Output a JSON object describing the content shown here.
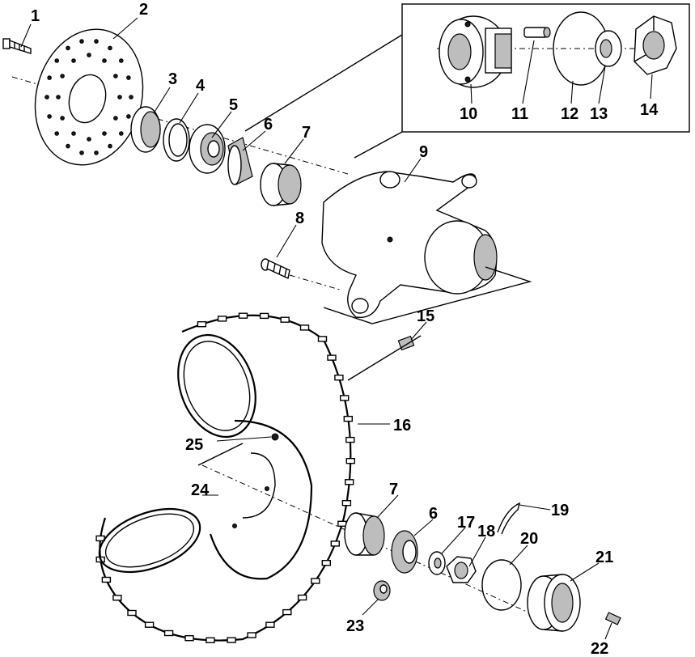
{
  "diagram": {
    "callouts": {
      "c1": "1",
      "c2": "2",
      "c3": "3",
      "c4": "4",
      "c5": "5",
      "c6a": "6",
      "c7a": "7",
      "c8": "8",
      "c9": "9",
      "c10": "10",
      "c11": "11",
      "c12": "12",
      "c13": "13",
      "c14": "14",
      "c15": "15",
      "c16": "16",
      "c7b": "7",
      "c6b": "6",
      "c17": "17",
      "c18": "18",
      "c19": "19",
      "c20": "20",
      "c21": "21",
      "c22": "22",
      "c23": "23",
      "c24": "24",
      "c25": "25"
    },
    "colors": {
      "ink": "#000000",
      "paper": "#ffffff",
      "shade": "#bdbdbd"
    }
  }
}
